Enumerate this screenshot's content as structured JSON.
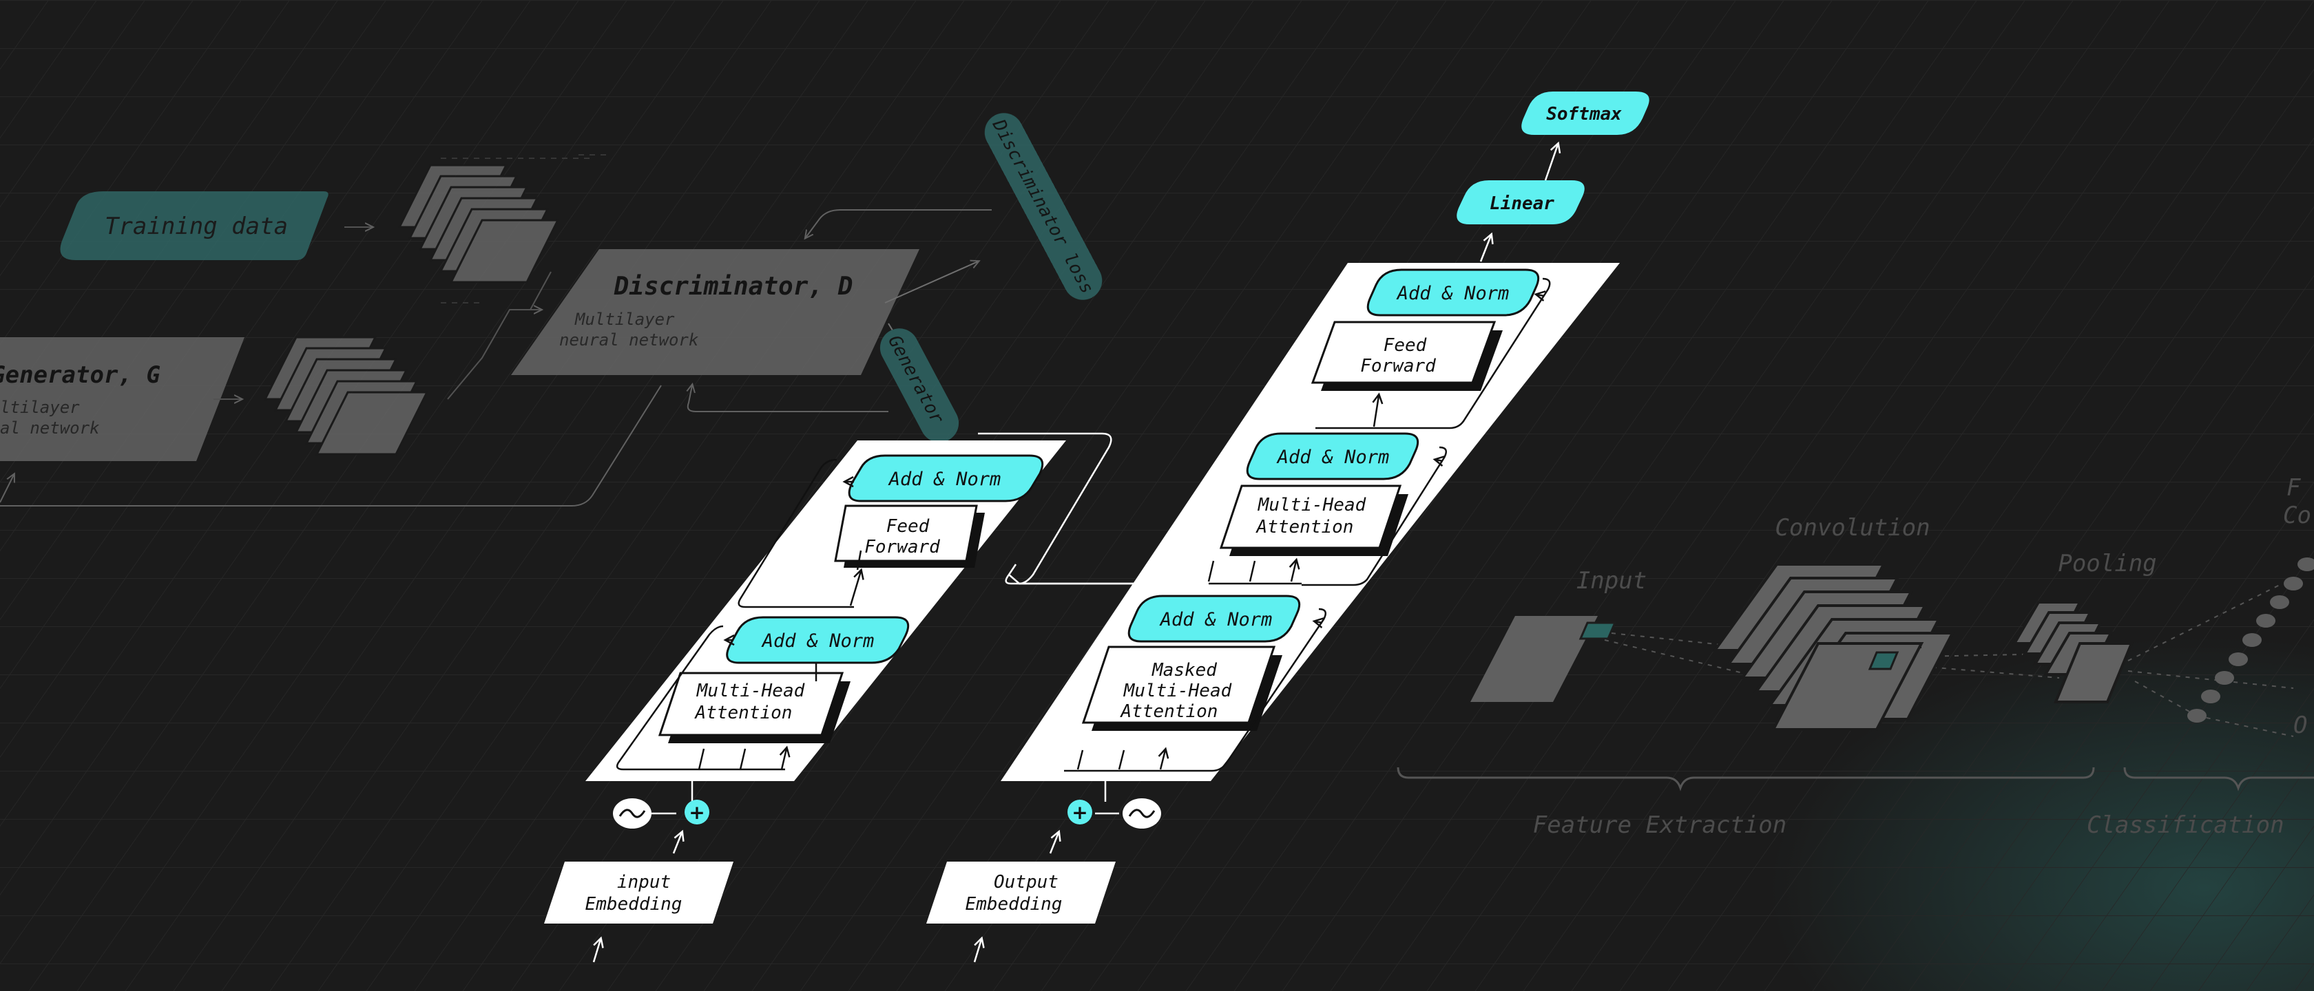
{
  "colors": {
    "background": "#1b1b1b",
    "grid": "#2a2a2a",
    "cyan": "#5ff0f0",
    "teal": "#2f6361",
    "gray_block": "#606060",
    "white": "#ffffff",
    "ink": "#111111",
    "muted_text": "#4a4a4a"
  },
  "gan": {
    "training_data": "Training data",
    "discriminator_title": "Discriminator, D",
    "discriminator_sub1": "Multilayer",
    "discriminator_sub2": "neural network",
    "generator_title": "Generator, G",
    "generator_sub1": "ltilayer",
    "generator_sub2": "al network",
    "discriminator_loss": "Discriminator loss",
    "generator_loss": "Generator"
  },
  "encoder": {
    "add_norm_top": "Add & Norm",
    "feed_forward_1": "Feed",
    "feed_forward_2": "Forward",
    "add_norm_bottom": "Add & Norm",
    "attention_1": "Multi-Head",
    "attention_2": "Attention",
    "embedding_1": "input",
    "embedding_2": "Embedding",
    "plus": "+"
  },
  "decoder": {
    "softmax": "Softmax",
    "linear": "Linear",
    "add_norm_top": "Add & Norm",
    "feed_forward_1": "Feed",
    "feed_forward_2": "Forward",
    "add_norm_mid": "Add & Norm",
    "attention_1": "Multi-Head",
    "attention_2": "Attention",
    "add_norm_bottom": "Add & Norm",
    "masked_1": "Masked",
    "masked_2": "Multi-Head",
    "masked_3": "Attention",
    "embedding_1": "Output",
    "embedding_2": "Embedding",
    "plus": "+"
  },
  "cnn": {
    "input": "Input",
    "convolution": "Convolution",
    "pooling": "Pooling",
    "feature_extraction": "Feature Extraction",
    "classification": "Classification",
    "fc_partial": "F",
    "co_partial": "Co",
    "out_partial": "O"
  }
}
